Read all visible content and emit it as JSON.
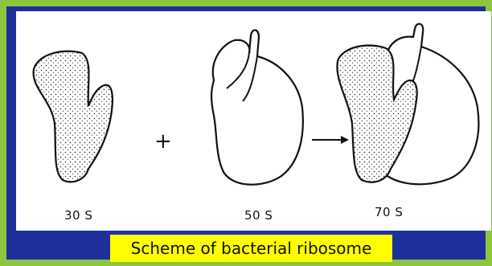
{
  "labels": {
    "small_subunit": "30 S",
    "large_subunit": "50 S",
    "complete_ribosome": "70 S",
    "plus_sign": "+"
  },
  "caption": "Scheme of bacterial ribosome",
  "colors": {
    "outer_border": "#8cc63f",
    "frame": "#1f2f9c",
    "canvas": "#ffffff",
    "caption_bg": "#ffff00"
  }
}
